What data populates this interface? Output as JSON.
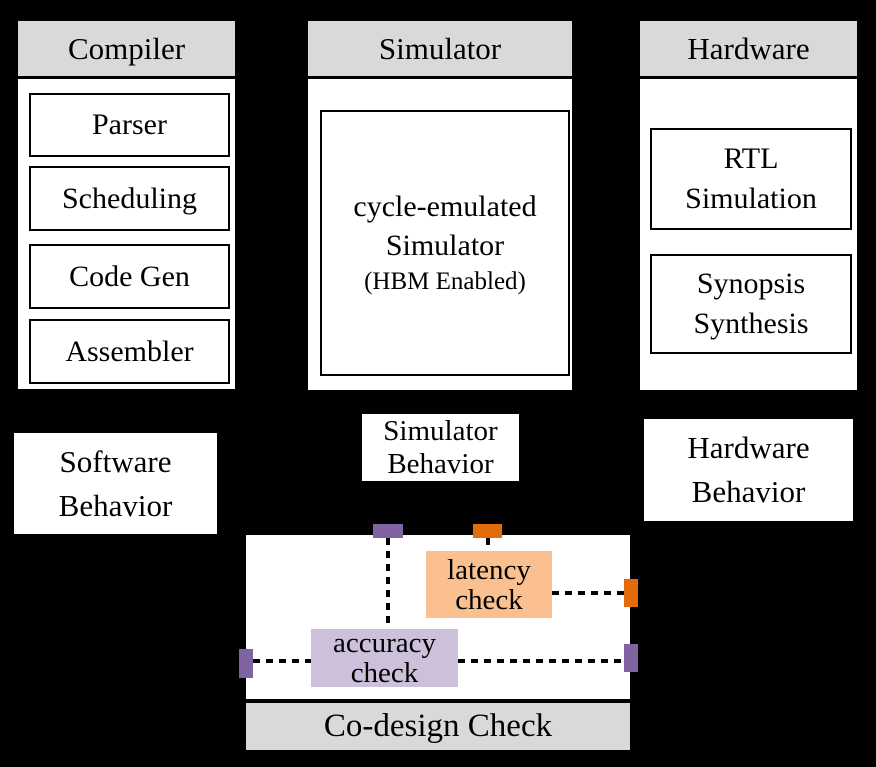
{
  "compiler": {
    "title": "Compiler",
    "items": [
      "Parser",
      "Scheduling",
      "Code Gen",
      "Assembler"
    ]
  },
  "simulator": {
    "title": "Simulator",
    "box": {
      "line1": "cycle-emulated",
      "line2": "Simulator",
      "note": "(HBM Enabled)"
    }
  },
  "hardware": {
    "title": "Hardware",
    "boxes": [
      {
        "line1": "RTL",
        "line2": "Simulation"
      },
      {
        "line1": "Synopsis",
        "line2": "Synthesis"
      }
    ]
  },
  "behavior": {
    "software": {
      "line1": "Software",
      "line2": "Behavior"
    },
    "simulator": {
      "line1": "Simulator",
      "line2": "Behavior"
    },
    "hardware": {
      "line1": "Hardware",
      "line2": "Behavior"
    }
  },
  "codesign": {
    "title": "Co-design Check",
    "latency": {
      "line1": "latency",
      "line2": "check"
    },
    "accuracy": {
      "line1": "accuracy",
      "line2": "check"
    }
  },
  "colors": {
    "purple": "#8064A2",
    "orange": "#E36C0A",
    "light_orange": "#FAC090",
    "light_purple": "#CCC0DA",
    "header_gray": "#D9D9D9",
    "background": "#000000",
    "box_white": "#FFFFFF"
  }
}
